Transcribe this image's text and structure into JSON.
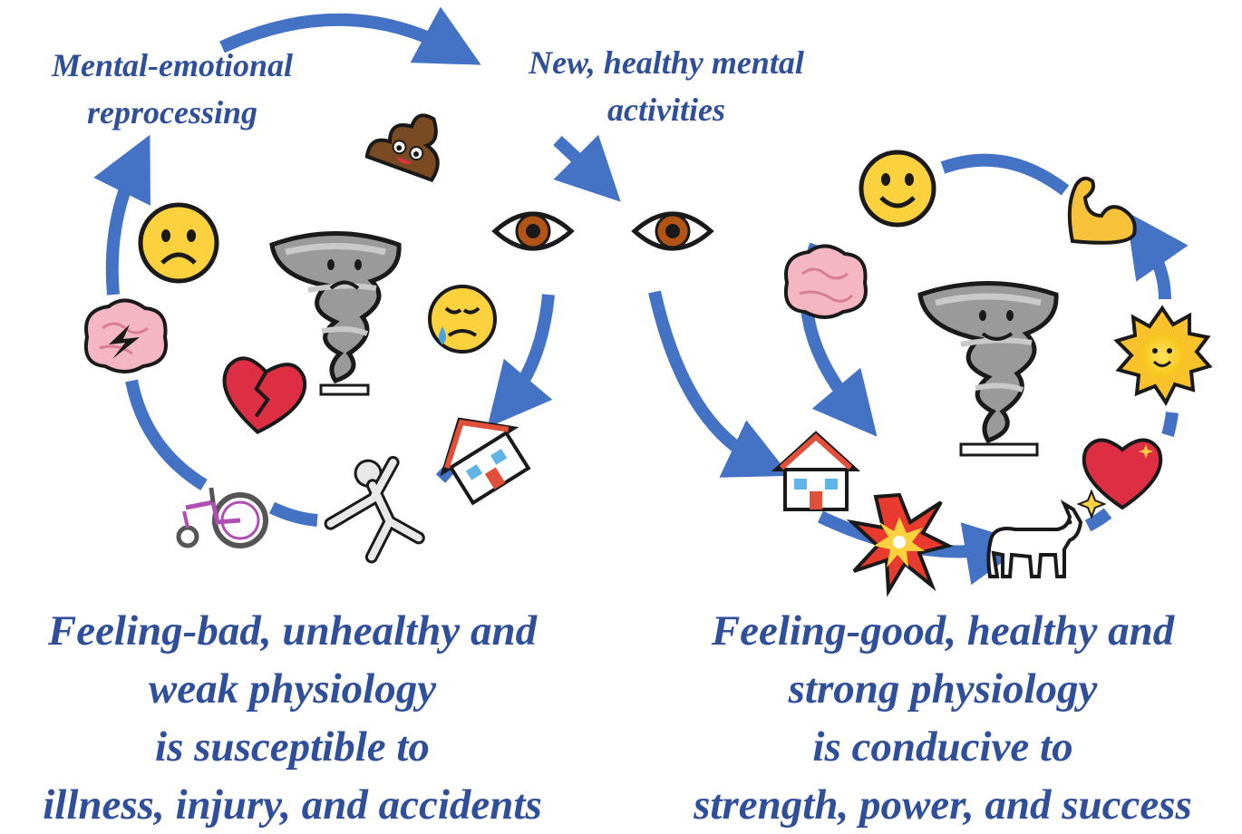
{
  "labels": {
    "reprocessing": [
      "Mental-emotional",
      "reprocessing"
    ],
    "new_activities": [
      "New, healthy mental",
      "activities"
    ],
    "left_caption": [
      "Feeling-bad, unhealthy and",
      "weak physiology",
      "is susceptible to",
      "illness, injury, and accidents"
    ],
    "right_caption": [
      "Feeling-good, healthy and",
      "strong physiology",
      "is conducive to",
      "strength, power, and success"
    ]
  },
  "colors": {
    "arrow": "#4472c4",
    "text": "#2f4f9a"
  },
  "icons": {
    "left_cycle": [
      "frowning-face-icon",
      "poop-icon",
      "sad-tornado-icon",
      "crying-face-icon",
      "brain-lightning-icon",
      "broken-heart-icon",
      "wheelchair-icon",
      "falling-person-icon",
      "tilted-house-icon"
    ],
    "center": [
      "eye-icon",
      "eye-icon"
    ],
    "right_cycle": [
      "smiling-face-icon",
      "flexed-biceps-icon",
      "brain-icon",
      "happy-tornado-icon",
      "sun-face-icon",
      "sparkling-heart-icon",
      "house-icon",
      "collision-icon",
      "goat-icon"
    ]
  }
}
